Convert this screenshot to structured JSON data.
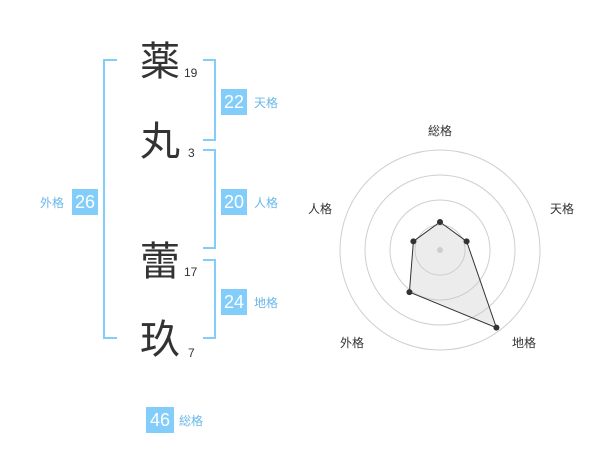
{
  "name": {
    "characters": [
      {
        "char": "薬",
        "strokes": "19"
      },
      {
        "char": "丸",
        "strokes": "3"
      },
      {
        "char": "蕾",
        "strokes": "17"
      },
      {
        "char": "玖",
        "strokes": "7"
      }
    ]
  },
  "fortune": {
    "tenkaku": {
      "label": "天格",
      "value": "22"
    },
    "jinkaku": {
      "label": "人格",
      "value": "20"
    },
    "chikaku": {
      "label": "地格",
      "value": "24"
    },
    "gaikaku": {
      "label": "外格",
      "value": "26"
    },
    "soukaku": {
      "label": "総格",
      "value": "46"
    }
  },
  "radar": {
    "axis_labels": {
      "top": "総格",
      "right_upper": "天格",
      "right_lower": "地格",
      "left_lower": "外格",
      "left_upper": "人格"
    },
    "bracket_color": "#82cdfa",
    "accent_color": "#82cdfa"
  },
  "chart_data": {
    "type": "radar",
    "axes": [
      "総格",
      "天格",
      "地格",
      "外格",
      "人格"
    ],
    "values": [
      0.28,
      0.28,
      0.96,
      0.52,
      0.28
    ],
    "rings": 4,
    "grid": true
  }
}
